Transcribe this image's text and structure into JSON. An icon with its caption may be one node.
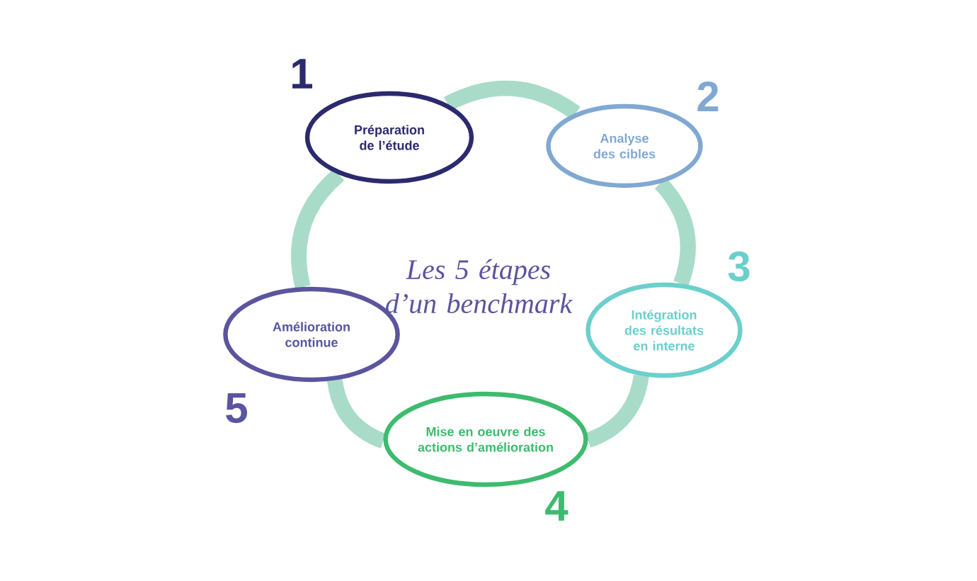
{
  "diagram": {
    "title": "Les 5 étapes d’un benchmark",
    "nodes": [
      {
        "text": [
          "Préparation de l’étude"
        ],
        "beside": [
          "1"
        ]
      },
      {
        "text": [
          "Analyse des cibles"
        ],
        "beside": [
          "2"
        ]
      },
      {
        "text": [
          "Intégration des résultats en interne"
        ],
        "beside": [
          "3"
        ]
      },
      {
        "text": [
          "Mise en oeuvre des actions d’amélioration"
        ],
        "beside": [
          "4"
        ]
      },
      {
        "text": [
          "Amélioration continue"
        ],
        "beside": [
          "5"
        ]
      }
    ],
    "edges": [
      {
        "from": 0,
        "to": 1,
        "arrow": "none"
      },
      {
        "from": 1,
        "to": 2,
        "arrow": "none"
      },
      {
        "from": 2,
        "to": 3,
        "arrow": "none"
      },
      {
        "from": 3,
        "to": 4,
        "arrow": "none"
      },
      {
        "from": 4,
        "to": 0,
        "arrow": "none"
      }
    ]
  }
}
